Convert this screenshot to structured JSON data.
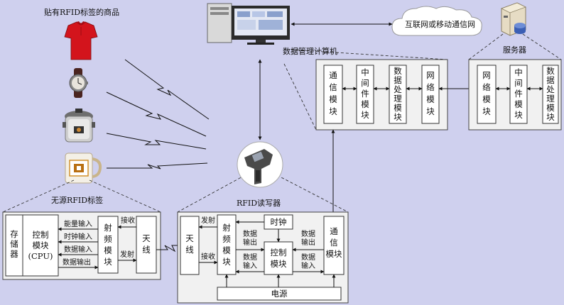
{
  "labels": {
    "products_title": "贴有RFID标签的商品",
    "passive_tag": "无源RFID标签",
    "reader": "RFID读写器",
    "dm_computer": "数据管理计算机",
    "server": "服务器",
    "internet": "互联网或移动通信网"
  },
  "tag_panel": {
    "storage": [
      "存",
      "储",
      "器"
    ],
    "control": [
      "控制",
      "模块",
      "(CPU)"
    ],
    "rf": [
      "射",
      "频",
      "模",
      "块"
    ],
    "antenna": [
      "天",
      "线"
    ],
    "arrows": {
      "energy_in": "能量输入",
      "clock_in": "时钟输入",
      "data_in": "数据输入",
      "data_out": "数据输出",
      "receive": "接收",
      "transmit": "发射"
    }
  },
  "reader_panel": {
    "antenna": [
      "天",
      "线"
    ],
    "rf": [
      "射",
      "频",
      "模",
      "块"
    ],
    "clock": "时钟",
    "control": [
      "控制",
      "模块"
    ],
    "comm": [
      "通",
      "信",
      "模块"
    ],
    "power": "电源",
    "arrows": {
      "transmit": "发射",
      "receive": "接收",
      "data_out_1": [
        "数据",
        "输出"
      ],
      "data_in_1": [
        "数据",
        "输入"
      ],
      "data_out_2": [
        "数据",
        "输出"
      ],
      "data_in_2": [
        "数据",
        "输入"
      ]
    }
  },
  "computer_panel": {
    "modules": [
      [
        "通",
        "信",
        "模",
        "块"
      ],
      [
        "中",
        "间",
        "件",
        "模",
        "块"
      ],
      [
        "数",
        "据",
        "处",
        "理",
        "模",
        "块"
      ],
      [
        "网",
        "络",
        "模",
        "块"
      ]
    ]
  },
  "server_panel": {
    "modules": [
      [
        "网",
        "络",
        "模",
        "块"
      ],
      [
        "中",
        "间",
        "件",
        "模",
        "块"
      ],
      [
        "数",
        "据",
        "处",
        "理",
        "模",
        "块"
      ]
    ]
  },
  "icons": [
    "shirt-icon",
    "watch-icon",
    "pressure-cooker-icon",
    "mug-icon",
    "rfid-reader-icon",
    "computer-icon",
    "server-icon",
    "cloud-icon"
  ]
}
